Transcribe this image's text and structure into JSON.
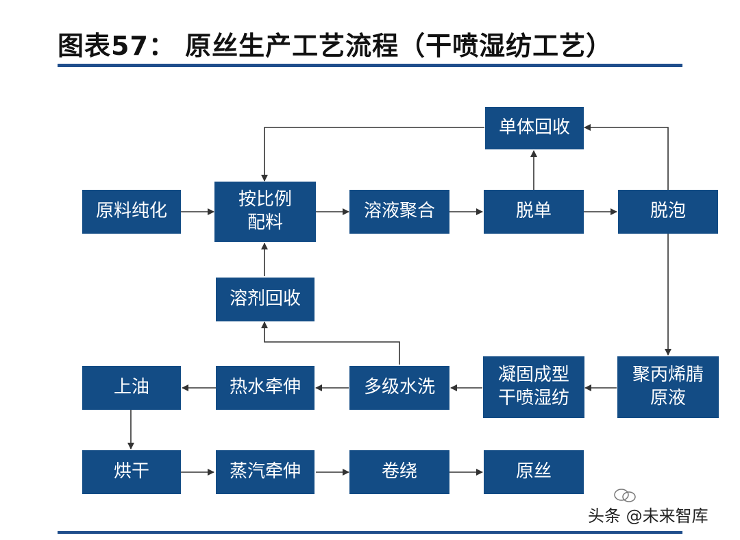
{
  "title": "图表57： 原丝生产工艺流程（干喷湿纺工艺）",
  "nodes": {
    "raw_purify": "原料纯化",
    "proportion_1": "按比例",
    "proportion_2": "配料",
    "solution_poly": "溶液聚合",
    "demonomer": "脱单",
    "defoam": "脱泡",
    "monomer_recovery": "单体回收",
    "solvent_recovery": "溶剂回收",
    "pan_solution_1": "聚丙烯腈",
    "pan_solution_2": "原液",
    "coag_1": "凝固成型",
    "coag_2": "干喷湿纺",
    "multi_wash": "多级水洗",
    "hot_water_stretch": "热水牵伸",
    "oiling": "上油",
    "drying": "烘干",
    "steam_stretch": "蒸汽牵伸",
    "winding": "卷绕",
    "precursor": "原丝"
  },
  "watermark": "头条 @未来智库",
  "colors": {
    "box": "#134c85",
    "rule": "#1f4e8c",
    "arrow": "#333333"
  }
}
